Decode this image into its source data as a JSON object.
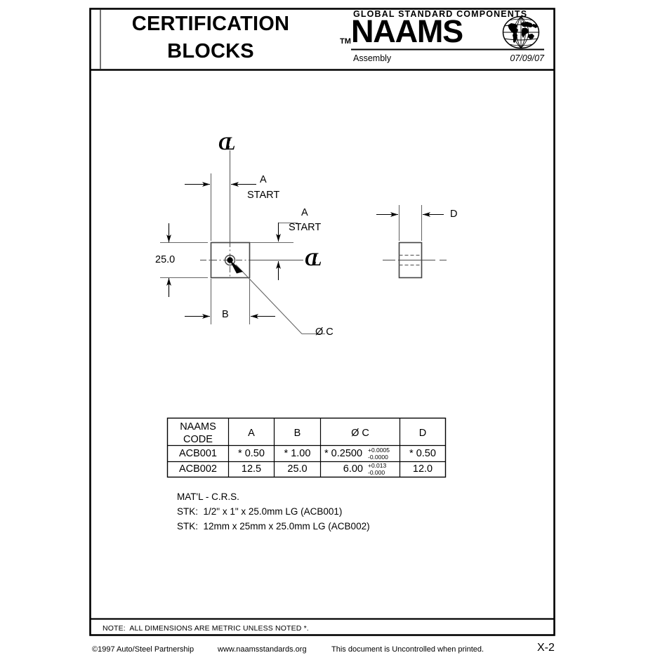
{
  "document": {
    "title_line1": "CERTIFICATION",
    "title_line2": "BLOCKS",
    "page_number": "X-2"
  },
  "titleblock": {
    "tagline": "GLOBAL STANDARD COMPONENTS",
    "brand": "NAAMS",
    "trademark": "TM",
    "category": "Assembly",
    "date": "07/09/07",
    "globe_icon": "globe-icon"
  },
  "drawing": {
    "front_view": {
      "centerline_symbol_top": "CL",
      "centerline_symbol_right": "CL",
      "dim_height_label": "25.0",
      "dim_a_top_label": "A",
      "dim_a_top_sub": "START",
      "dim_a_right_label": "A",
      "dim_a_right_sub": "START",
      "dim_b_label": "B",
      "hole_leader_label": "Ø C"
    },
    "side_view": {
      "dim_d_label": "D"
    }
  },
  "table": {
    "headers": [
      "NAAMS\nCODE",
      "A",
      "B",
      "Ø C",
      "D"
    ],
    "header_code_line1": "NAAMS",
    "header_code_line2": "CODE",
    "header_a": "A",
    "header_b": "B",
    "header_c": "Ø C",
    "header_d": "D",
    "rows": [
      {
        "code": "ACB001",
        "a": "* 0.50",
        "b": "* 1.00",
        "c": "* 0.2500",
        "c_tol_upper": "+0.0005",
        "c_tol_lower": "-0.0000",
        "d": "* 0.50"
      },
      {
        "code": "ACB002",
        "a": "12.5",
        "b": "25.0",
        "c": "6.00",
        "c_tol_upper": "+0.013",
        "c_tol_lower": "-0.000",
        "d": "12.0"
      }
    ]
  },
  "notes": {
    "material": "MAT'L - C.R.S.",
    "stock_1": "STK:  1/2\" x 1\" x 25.0mm LG (ACB001)",
    "stock_2": "STK:  12mm x 25mm x 25.0mm LG (ACB002)",
    "metric_note": "NOTE:  ALL DIMENSIONS ARE METRIC UNLESS NOTED *."
  },
  "footer": {
    "copyright": "©1997 Auto/Steel Partnership",
    "website": "www.naamsstandards.org",
    "disclaimer": "This document is Uncontrolled when printed."
  },
  "colors": {
    "ink": "#000000",
    "line": "#555555",
    "paper": "#ffffff"
  }
}
